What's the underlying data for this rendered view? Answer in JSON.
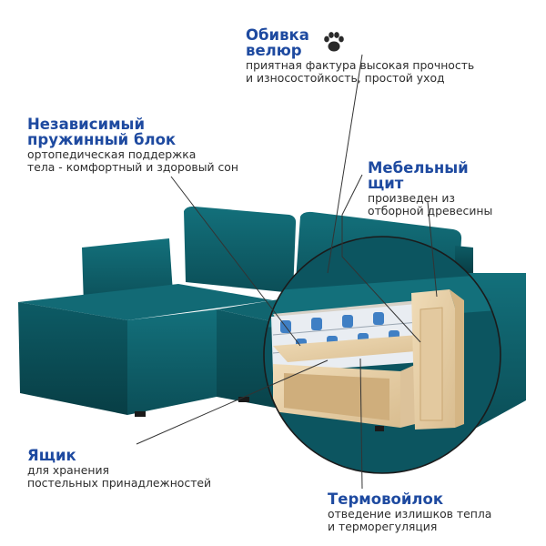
{
  "colors": {
    "title": "#1e4aa0",
    "text": "#2d2d2d",
    "upholstery": "#0f5f6a",
    "upholstery_dark": "#0a4850",
    "wood": "#e8d2ad",
    "leader_line": "#333333"
  },
  "features": [
    {
      "key": "upholstery",
      "title": "Обивка\nвелюр",
      "desc": "приятная фактура высокая прочность\nи износостойкость, простой уход",
      "icon": "paw-icon"
    },
    {
      "key": "springs",
      "title": "Независимый\nпружинный блок",
      "desc": "ортопедическая поддержка\nтела - комфортный и здоровый сон"
    },
    {
      "key": "board",
      "title": "Мебельный\nщит",
      "desc": "произведен из\nотборной древесины"
    },
    {
      "key": "drawer",
      "title": "Ящик",
      "desc": "для хранения\nпостельных принадлежностей"
    },
    {
      "key": "felt",
      "title": "Термовойлок",
      "desc": "отведение излишков тепла\nи терморегуляция"
    }
  ]
}
